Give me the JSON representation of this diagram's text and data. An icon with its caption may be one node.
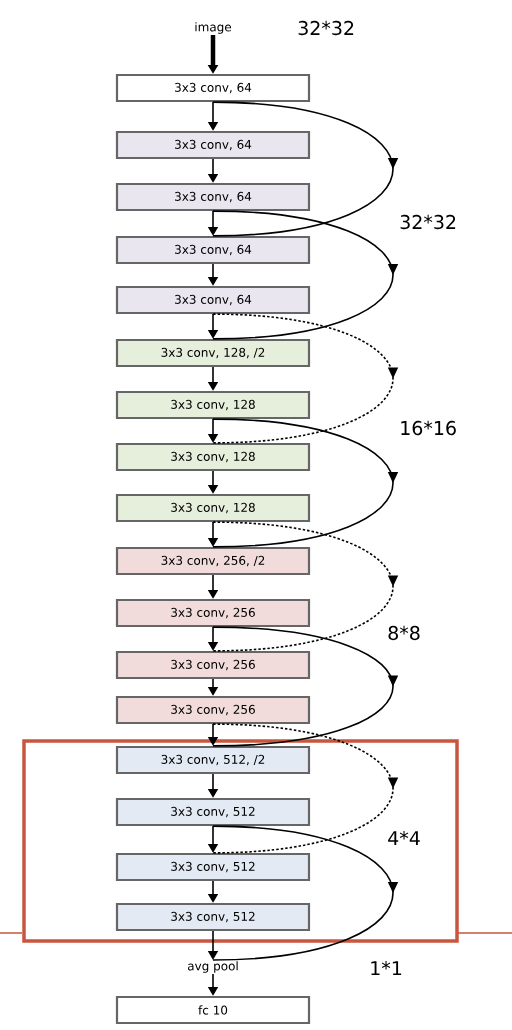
{
  "diagram": {
    "nodes": [
      {
        "text": [
          "image"
        ]
      },
      {
        "text": [
          "3x3 conv, 64"
        ]
      },
      {
        "text": [
          "3x3 conv, 64"
        ]
      },
      {
        "text": [
          "3x3 conv, 64"
        ]
      },
      {
        "text": [
          "3x3 conv, 64"
        ]
      },
      {
        "text": [
          "3x3 conv, 64"
        ]
      },
      {
        "text": [
          "3x3 conv, 128, /2"
        ]
      },
      {
        "text": [
          "3x3 conv, 128"
        ]
      },
      {
        "text": [
          "3x3 conv, 128"
        ]
      },
      {
        "text": [
          "3x3 conv, 128"
        ]
      },
      {
        "text": [
          "3x3 conv, 256, /2"
        ]
      },
      {
        "text": [
          "3x3 conv, 256"
        ]
      },
      {
        "text": [
          "3x3 conv, 256"
        ]
      },
      {
        "text": [
          "3x3 conv, 256"
        ]
      },
      {
        "text": [
          "3x3 conv, 512, /2"
        ]
      },
      {
        "text": [
          "3x3 conv, 512"
        ]
      },
      {
        "text": [
          "3x3 conv, 512"
        ]
      },
      {
        "text": [
          "3x3 conv, 512"
        ]
      },
      {
        "text": [
          "avg pool"
        ]
      },
      {
        "text": [
          "fc 10"
        ]
      }
    ],
    "edges": [
      {
        "from": 0,
        "to": 1,
        "arrow": "to",
        "style": "thick"
      },
      {
        "from": 1,
        "to": 2,
        "arrow": "to"
      },
      {
        "from": 2,
        "to": 3,
        "arrow": "to"
      },
      {
        "from": 3,
        "to": 4,
        "arrow": "to"
      },
      {
        "from": 4,
        "to": 5,
        "arrow": "to"
      },
      {
        "from": 5,
        "to": 6,
        "arrow": "to"
      },
      {
        "from": 6,
        "to": 7,
        "arrow": "to"
      },
      {
        "from": 7,
        "to": 8,
        "arrow": "to"
      },
      {
        "from": 8,
        "to": 9,
        "arrow": "to"
      },
      {
        "from": 9,
        "to": 10,
        "arrow": "to"
      },
      {
        "from": 10,
        "to": 11,
        "arrow": "to"
      },
      {
        "from": 11,
        "to": 12,
        "arrow": "to"
      },
      {
        "from": 12,
        "to": 13,
        "arrow": "to"
      },
      {
        "from": 13,
        "to": 14,
        "arrow": "to"
      },
      {
        "from": 14,
        "to": 15,
        "arrow": "to"
      },
      {
        "from": 15,
        "to": 16,
        "arrow": "to"
      },
      {
        "from": 16,
        "to": 17,
        "arrow": "to"
      },
      {
        "from": 17,
        "to": 18,
        "arrow": "to"
      },
      {
        "from": 18,
        "to": 19,
        "arrow": "to"
      },
      {
        "from": 1,
        "to": 4,
        "arrow": "to"
      },
      {
        "from": 3,
        "to": 6,
        "arrow": "to"
      },
      {
        "from": 5,
        "to": 8,
        "arrow": "to",
        "style": "dashed"
      },
      {
        "from": 7,
        "to": 10,
        "arrow": "to"
      },
      {
        "from": 9,
        "to": 12,
        "arrow": "to",
        "style": "dashed"
      },
      {
        "from": 11,
        "to": 14,
        "arrow": "to"
      },
      {
        "from": 13,
        "to": 16,
        "arrow": "to",
        "style": "dashed"
      },
      {
        "from": 15,
        "to": 18,
        "arrow": "to"
      }
    ],
    "labels": [
      "32*32",
      "32*32",
      "16*16",
      "8*8",
      "4*4",
      "1*1"
    ]
  }
}
